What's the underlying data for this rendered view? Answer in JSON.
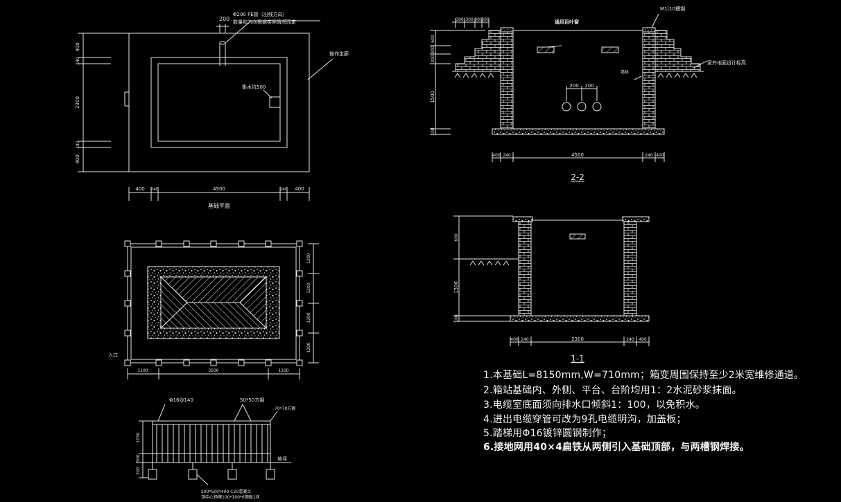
{
  "colors": {
    "background": "#000000",
    "line": "#e6e6e6",
    "text": "#f2f2f2"
  },
  "plan": {
    "dim_top": "200",
    "pipe_note_1": "Φ200 PE管（出线方向）",
    "pipe_note_2": "数量和方向根据实际情况而定",
    "aisle_label": "操作走廊",
    "drain_label": "集水坑500",
    "left_dims": [
      "400",
      "240",
      "2300",
      "240",
      "400"
    ],
    "bottom_dims": [
      "400",
      "240",
      "4500",
      "240",
      "400"
    ],
    "caption": "基础平面"
  },
  "fence_plan": {
    "right_dims": [
      "1200",
      "1200",
      "1200",
      "1200"
    ],
    "bottom_dims": [
      "1100",
      "3500",
      "1100"
    ],
    "entrance_label": "入口"
  },
  "fence_elev": {
    "label_post": "Φ16@140",
    "label_square_steel": "50*50方钢",
    "label_square_tube": "70*70方钢",
    "left_dims": [
      "1050",
      "300",
      "200"
    ],
    "ground_label": "地坪",
    "footing_label_1": "500*500*400  C20混凝土",
    "footing_label_2": "顶中心预埋100*100*6钢板1块"
  },
  "section_22": {
    "top_dims": [
      "300",
      "300",
      "300",
      "300"
    ],
    "channel_label": "M1[10槽钢",
    "vent_label": "通风百叶窗",
    "wall_label": "墙体",
    "ground_label": "室外地面设计标高",
    "hole_dims": [
      "200",
      "200"
    ],
    "left_dims": [
      "600",
      "300",
      "300",
      "1500",
      "100"
    ],
    "bottom_dims": [
      "400",
      "240",
      "4500",
      "240",
      "400"
    ],
    "title": "2-2"
  },
  "section_11": {
    "left_dims": [
      "600",
      "1300",
      "100"
    ],
    "bottom_dims": [
      "400",
      "240",
      "2300",
      "240",
      "400"
    ],
    "title": "1-1"
  },
  "notes": [
    "1.本基础L=8150mm,W=710mm；箱变周围保持至少2米宽维修通道。",
    "2.箱站基础内、外侧、平台、台阶均用1：2水泥砂浆抹面。",
    "3.电缆室底面须向排水口倾斜1：100，以免积水。",
    "4.进出电缆穿管可改为9孔电缆明沟，加盖板；",
    "5.踏梯用Φ16镀锌圆钢制作；",
    "6.接地网用40×4扁铁从两侧引入基础顶部，与两槽钢焊接。"
  ]
}
